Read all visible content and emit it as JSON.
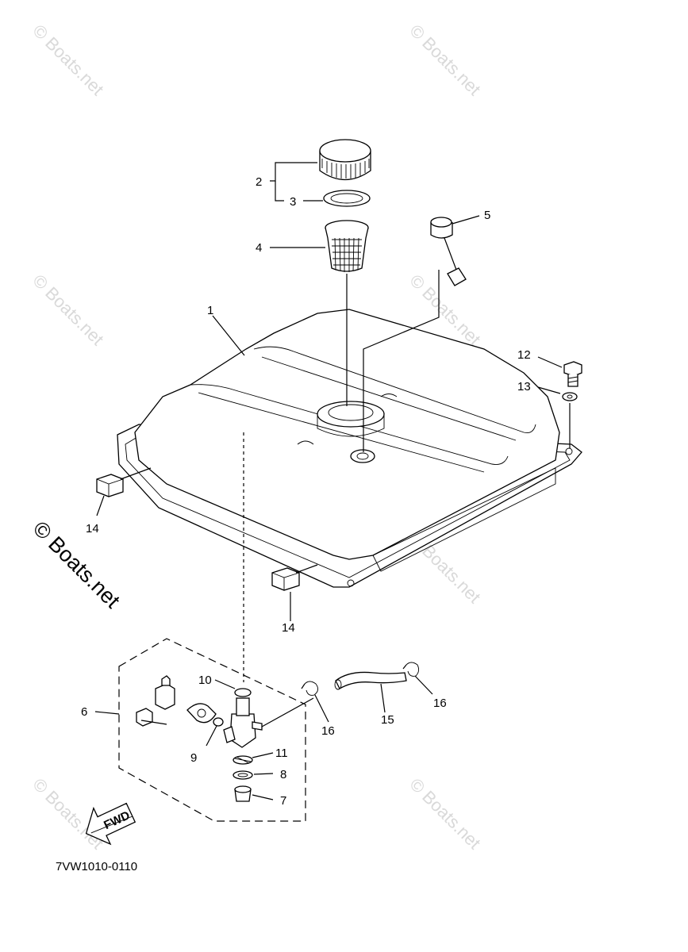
{
  "diagram": {
    "code": "7VW1010-0110",
    "watermark": "© Boats.net",
    "side_copyright": "© Boats.net",
    "fwd_label": "FWD",
    "callouts": [
      "1",
      "2",
      "3",
      "4",
      "5",
      "6",
      "7",
      "8",
      "9",
      "10",
      "11",
      "12",
      "13",
      "14",
      "14",
      "15",
      "16",
      "16"
    ]
  }
}
